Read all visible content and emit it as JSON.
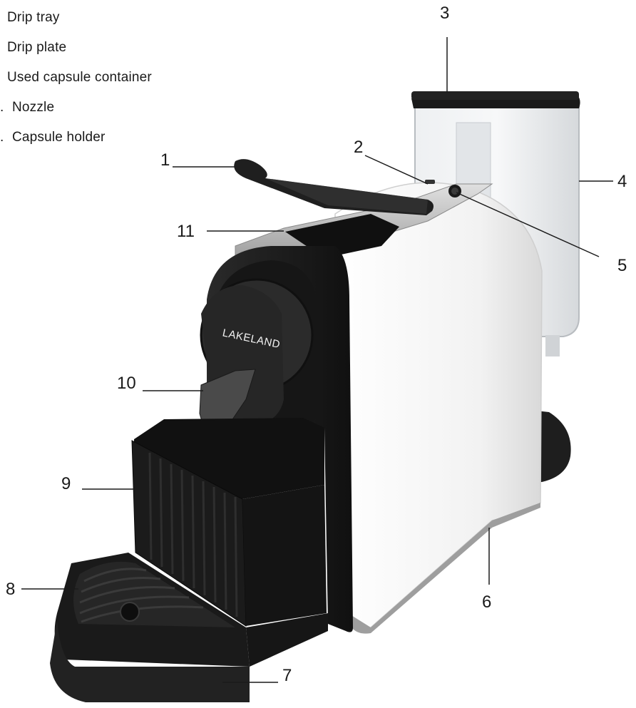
{
  "legend": {
    "items": [
      {
        "num": "",
        "label": "Drip tray"
      },
      {
        "num": "",
        "label": "Drip plate"
      },
      {
        "num": "",
        "label": "Used capsule container"
      },
      {
        "num": ".",
        "label": "Nozzle"
      },
      {
        "num": ".",
        "label": "Capsule holder"
      }
    ]
  },
  "callouts": {
    "c1": "1",
    "c2": "2",
    "c3": "3",
    "c4": "4",
    "c5": "5",
    "c6": "6",
    "c7": "7",
    "c8": "8",
    "c9": "9",
    "c10": "10",
    "c11": "11"
  },
  "machine": {
    "brand": "LAKELAND"
  },
  "colors": {
    "body_white": "#f3f3f3",
    "panel_dark": "#1e1e1e",
    "silver": "#b9b9b9",
    "tank": "#e6e8ea"
  }
}
